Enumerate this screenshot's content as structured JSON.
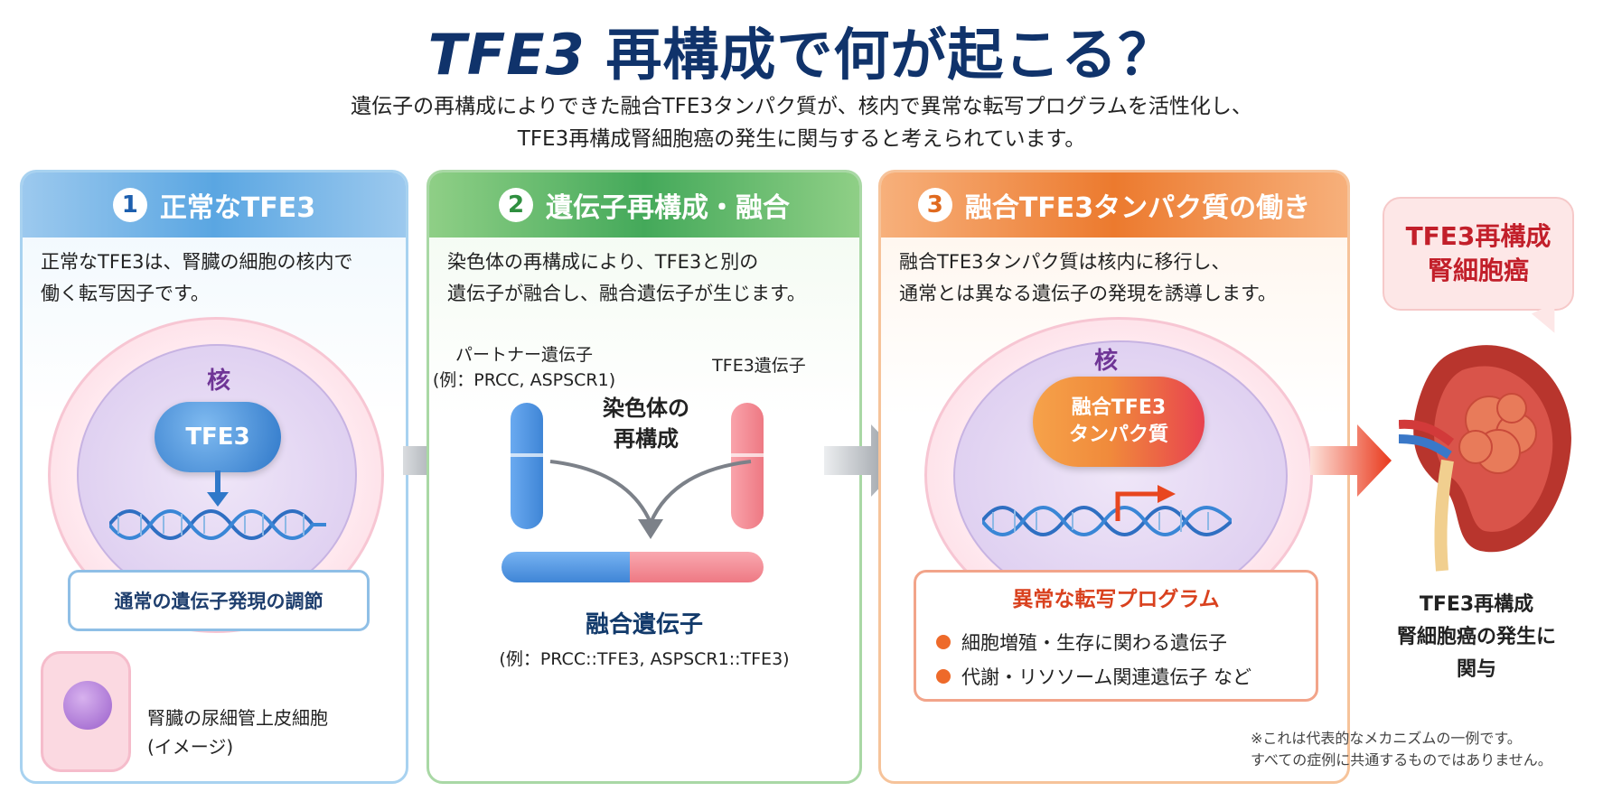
{
  "title": {
    "en": "TFE3",
    "ja": "再構成で何が起こる？"
  },
  "subtitle": {
    "line1": "遺伝子の再構成によりできた融合TFE3タンパク質が、核内で異常な転写プログラムを活性化し、",
    "line2": "TFE3再構成腎細胞癌の発生に関与すると考えられています。"
  },
  "panel1": {
    "number": "1",
    "heading": "正常なTFE3",
    "desc1": "正常なTFE3は、腎臓の細胞の核内で",
    "desc2": "働く転写因子です。",
    "nucleus_label": "核",
    "protein_label": "TFE3",
    "regulation_label": "通常の遺伝子発現の調節",
    "cell_caption1": "腎臓の尿細管上皮細胞",
    "cell_caption2": "(イメージ)"
  },
  "panel2": {
    "number": "2",
    "heading": "遺伝子再構成・融合",
    "desc1": "染色体の再構成により、TFE3と別の",
    "desc2": "遺伝子が融合し、融合遺伝子が生じます。",
    "partner_label1": "パートナー遺伝子",
    "partner_label2": "(例：PRCC, ASPSCR1)",
    "tfe3_gene_label": "TFE3遺伝子",
    "rearrangement1": "染色体の",
    "rearrangement2": "再構成",
    "fusion_title": "融合遺伝子",
    "fusion_example": "(例：PRCC::TFE3, ASPSCR1::TFE3)"
  },
  "panel3": {
    "number": "3",
    "heading": "融合TFE3タンパク質の働き",
    "desc1": "融合TFE3タンパク質は核内に移行し、",
    "desc2": "通常とは異なる遺伝子の発現を誘導します。",
    "nucleus_label": "核",
    "fusion_protein1": "融合TFE3",
    "fusion_protein2": "タンパク質",
    "program_title": "異常な転写プログラム",
    "program_items": [
      "細胞増殖・生存に関わる遺伝子",
      "代謝・リソソーム関連遺伝子  など"
    ]
  },
  "outcome": {
    "bubble1": "TFE3再構成",
    "bubble2": "腎細胞癌",
    "caption1": "TFE3再構成",
    "caption2": "腎細胞癌の発生に",
    "caption3": "関与"
  },
  "note": {
    "line1": "※これは代表的なメカニズムの一例です。",
    "line2": "すべての症例に共通するものではありません。"
  },
  "colors": {
    "title": "#10336b",
    "panel1": "#5aa6e2",
    "panel2": "#44a95a",
    "panel3": "#ec7a2e",
    "cancer": "#c21f2a"
  }
}
